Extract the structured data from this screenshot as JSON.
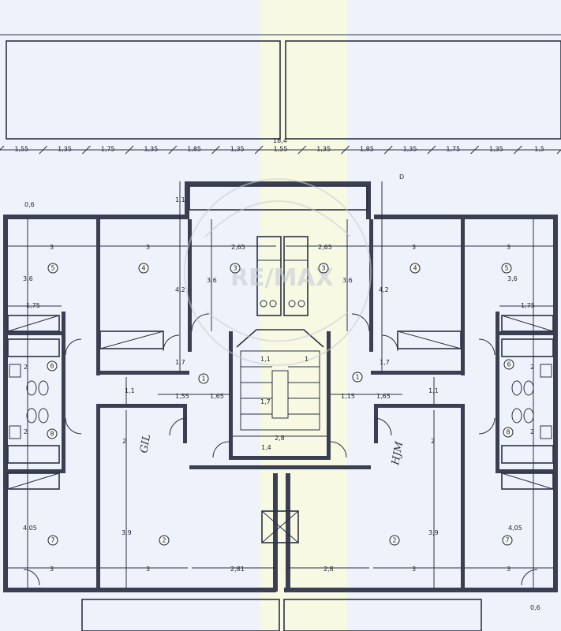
{
  "drawing": {
    "total_width": "18,4",
    "top_chain": [
      "1,55",
      "1,35",
      "1,75",
      "1,35",
      "1,85",
      "1,35",
      "1,55",
      "1,35",
      "1,85",
      "1,35",
      "1,75",
      "1,35",
      "1,5"
    ],
    "left_top_offset": "0,6",
    "bottom_right_offset": "0,6",
    "room_widths_top": [
      "3",
      "3",
      "2,65",
      "2,65",
      "3",
      "3"
    ],
    "room_widths_bottom": [
      "3",
      "3",
      "2,81",
      "2,8",
      "3",
      "3"
    ],
    "left_vertical": [
      "3,6",
      "1,75",
      "2",
      "2",
      "4,05"
    ],
    "right_vertical": [
      "3,6",
      "1,75",
      "2",
      "2",
      "4,05"
    ],
    "center_dims": {
      "stair_top": "1,1",
      "room3_left": "3,6",
      "room3_right": "3,6",
      "room4_left": "4,2",
      "room4_right": "4,2",
      "hall_left": "1,7",
      "hall_right": "1,7",
      "hall_w_left": "1,1",
      "hall_w_right": "1,1",
      "entry_left_a": "1,55",
      "entry_left_b": "1,65",
      "entry_right_a": "1,15",
      "entry_right_b": "1,65",
      "stair_a": "1,1",
      "stair_b": "1,7",
      "stair_c": "1",
      "stair_w": "2,8",
      "stair_d": "1,4",
      "room2_left_h": "3,9",
      "room2_right_h": "3,9",
      "room2_left_a": "2",
      "room2_right_a": "2",
      "marker_d": "D"
    },
    "room_numbers": {
      "r5": "5",
      "r4": "4",
      "r3": "3",
      "r6": "6",
      "r8": "8",
      "r1": "1",
      "r2": "2",
      "r7": "7"
    },
    "handwritten": {
      "left": "GIL",
      "right": "HJM"
    },
    "watermark": "RE/MAX"
  }
}
